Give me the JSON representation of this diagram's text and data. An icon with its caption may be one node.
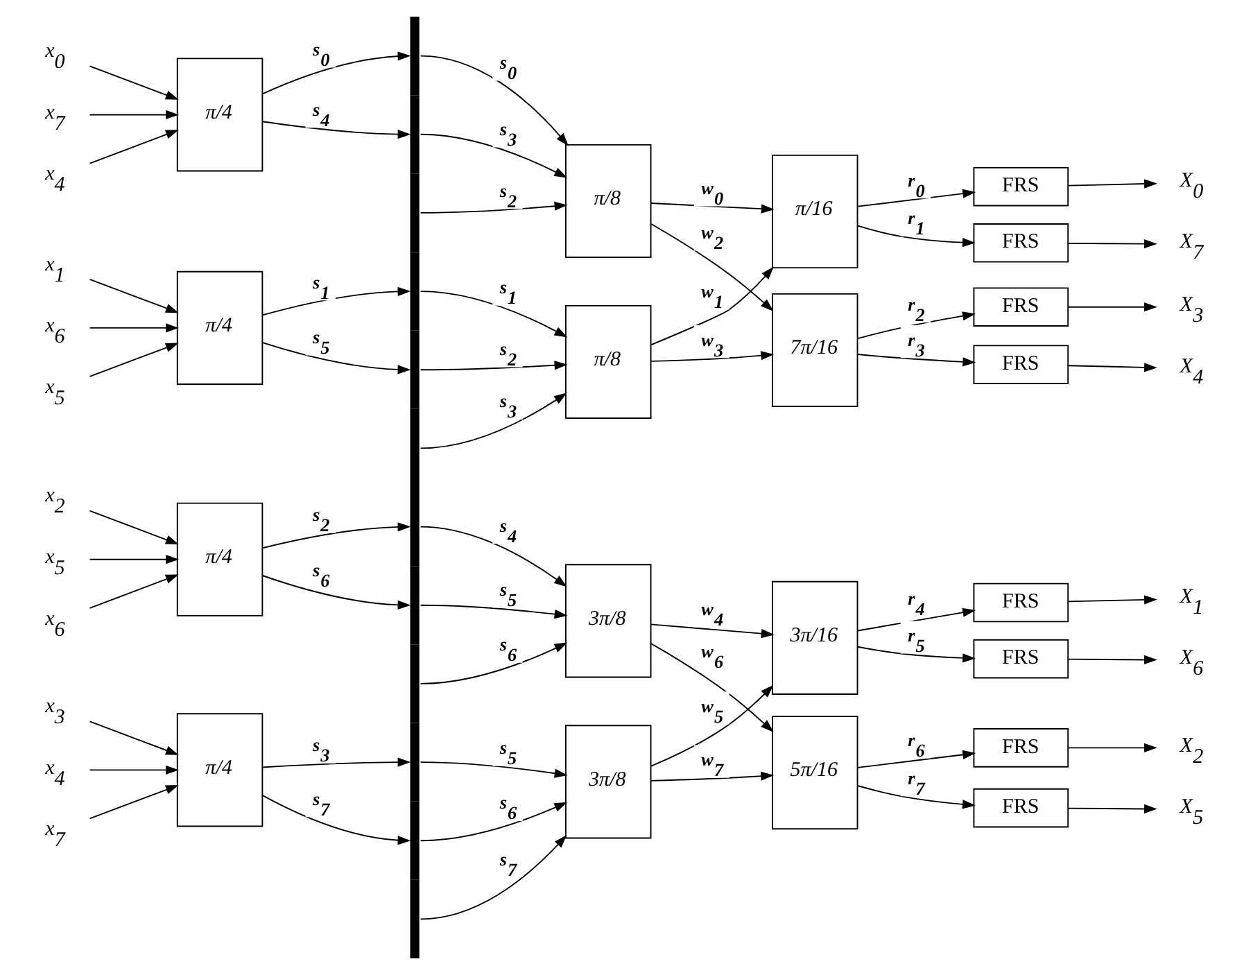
{
  "diagram": {
    "nodes": [
      {
        "text": [
          "x$_{0}$"
        ]
      },
      {
        "text": [
          "x$_{7}$"
        ]
      },
      {
        "text": [
          "x$_{4}$"
        ]
      },
      {
        "text": [
          "x$_{1}$"
        ]
      },
      {
        "text": [
          "x$_{6}$"
        ]
      },
      {
        "text": [
          "x$_{5}$"
        ]
      },
      {
        "text": [
          "x$_{2}$"
        ]
      },
      {
        "text": [
          "x$_{5}$"
        ]
      },
      {
        "text": [
          "x$_{6}$"
        ]
      },
      {
        "text": [
          "x$_{3}$"
        ]
      },
      {
        "text": [
          "x$_{4}$"
        ]
      },
      {
        "text": [
          "x$_{7}$"
        ]
      },
      {
        "text": [
          "π/4"
        ]
      },
      {
        "text": [
          "π/4"
        ]
      },
      {
        "text": [
          "π/4"
        ]
      },
      {
        "text": [
          "π/4"
        ]
      },
      {
        "text": [],
        "shape": "bar"
      },
      {
        "text": [
          "π/8"
        ]
      },
      {
        "text": [
          "π/8"
        ]
      },
      {
        "text": [
          "3π/8"
        ]
      },
      {
        "text": [
          "3π/8"
        ]
      },
      {
        "text": [
          "π/16"
        ]
      },
      {
        "text": [
          "7π/16"
        ]
      },
      {
        "text": [
          "3π/16"
        ]
      },
      {
        "text": [
          "5π/16"
        ]
      },
      {
        "text": [
          "FRS"
        ]
      },
      {
        "text": [
          "FRS"
        ]
      },
      {
        "text": [
          "FRS"
        ]
      },
      {
        "text": [
          "FRS"
        ]
      },
      {
        "text": [
          "FRS"
        ]
      },
      {
        "text": [
          "FRS"
        ]
      },
      {
        "text": [
          "FRS"
        ]
      },
      {
        "text": [
          "FRS"
        ]
      },
      {
        "text": [
          "X$_{0}$"
        ]
      },
      {
        "text": [
          "X$_{7}$"
        ]
      },
      {
        "text": [
          "X$_{3}$"
        ]
      },
      {
        "text": [
          "X$_{4}$"
        ]
      },
      {
        "text": [
          "X$_{1}$"
        ]
      },
      {
        "text": [
          "X$_{6}$"
        ]
      },
      {
        "text": [
          "X$_{2}$"
        ]
      },
      {
        "text": [
          "X$_{5}$"
        ]
      }
    ],
    "edges": [
      {
        "from": 0,
        "to": 12,
        "arrow": "to"
      },
      {
        "from": 1,
        "to": 12,
        "arrow": "to"
      },
      {
        "from": 2,
        "to": 12,
        "arrow": "to"
      },
      {
        "from": 3,
        "to": 13,
        "arrow": "to"
      },
      {
        "from": 4,
        "to": 13,
        "arrow": "to"
      },
      {
        "from": 5,
        "to": 13,
        "arrow": "to"
      },
      {
        "from": 6,
        "to": 14,
        "arrow": "to"
      },
      {
        "from": 7,
        "to": 14,
        "arrow": "to"
      },
      {
        "from": 8,
        "to": 14,
        "arrow": "to"
      },
      {
        "from": 9,
        "to": 15,
        "arrow": "to"
      },
      {
        "from": 10,
        "to": 15,
        "arrow": "to"
      },
      {
        "from": 11,
        "to": 15,
        "arrow": "to"
      },
      {
        "from": 12,
        "to": 16,
        "arrow": "to",
        "label": "s$_{0}$"
      },
      {
        "from": 12,
        "to": 16,
        "arrow": "to",
        "label": "s$_{4}$"
      },
      {
        "from": 13,
        "to": 16,
        "arrow": "to",
        "label": "s$_{1}$"
      },
      {
        "from": 13,
        "to": 16,
        "arrow": "to",
        "label": "s$_{5}$"
      },
      {
        "from": 14,
        "to": 16,
        "arrow": "to",
        "label": "s$_{2}$"
      },
      {
        "from": 14,
        "to": 16,
        "arrow": "to",
        "label": "s$_{6}$"
      },
      {
        "from": 15,
        "to": 16,
        "arrow": "to",
        "label": "s$_{3}$"
      },
      {
        "from": 15,
        "to": 16,
        "arrow": "to",
        "label": "s$_{7}$"
      },
      {
        "from": 16,
        "to": 17,
        "arrow": "to",
        "label": "s$_{0}$"
      },
      {
        "from": 16,
        "to": 17,
        "arrow": "to",
        "label": "s$_{3}$"
      },
      {
        "from": 16,
        "to": 17,
        "arrow": "to",
        "label": "s$_{2}$"
      },
      {
        "from": 16,
        "to": 18,
        "arrow": "to",
        "label": "s$_{1}$"
      },
      {
        "from": 16,
        "to": 18,
        "arrow": "to",
        "label": "s$_{2}$"
      },
      {
        "from": 16,
        "to": 18,
        "arrow": "to",
        "label": "s$_{3}$"
      },
      {
        "from": 16,
        "to": 19,
        "arrow": "to",
        "label": "s$_{4}$"
      },
      {
        "from": 16,
        "to": 19,
        "arrow": "to",
        "label": "s$_{5}$"
      },
      {
        "from": 16,
        "to": 19,
        "arrow": "to",
        "label": "s$_{6}$"
      },
      {
        "from": 16,
        "to": 20,
        "arrow": "to",
        "label": "s$_{5}$"
      },
      {
        "from": 16,
        "to": 20,
        "arrow": "to",
        "label": "s$_{6}$"
      },
      {
        "from": 16,
        "to": 20,
        "arrow": "to",
        "label": "s$_{7}$"
      },
      {
        "from": 17,
        "to": 21,
        "arrow": "to",
        "label": "w$_{0}$"
      },
      {
        "from": 17,
        "to": 22,
        "arrow": "to",
        "label": "w$_{2}$"
      },
      {
        "from": 18,
        "to": 21,
        "arrow": "to",
        "label": "w$_{1}$"
      },
      {
        "from": 18,
        "to": 22,
        "arrow": "to",
        "label": "w$_{3}$"
      },
      {
        "from": 19,
        "to": 23,
        "arrow": "to",
        "label": "w$_{4}$"
      },
      {
        "from": 19,
        "to": 24,
        "arrow": "to",
        "label": "w$_{6}$"
      },
      {
        "from": 20,
        "to": 23,
        "arrow": "to",
        "label": "w$_{5}$"
      },
      {
        "from": 20,
        "to": 24,
        "arrow": "to",
        "label": "w$_{7}$"
      },
      {
        "from": 21,
        "to": 25,
        "arrow": "to",
        "label": "r$_{0}$"
      },
      {
        "from": 21,
        "to": 26,
        "arrow": "to",
        "label": "r$_{1}$"
      },
      {
        "from": 22,
        "to": 27,
        "arrow": "to",
        "label": "r$_{2}$"
      },
      {
        "from": 22,
        "to": 28,
        "arrow": "to",
        "label": "r$_{3}$"
      },
      {
        "from": 23,
        "to": 29,
        "arrow": "to",
        "label": "r$_{4}$"
      },
      {
        "from": 23,
        "to": 30,
        "arrow": "to",
        "label": "r$_{5}$"
      },
      {
        "from": 24,
        "to": 31,
        "arrow": "to",
        "label": "r$_{6}$"
      },
      {
        "from": 24,
        "to": 32,
        "arrow": "to",
        "label": "r$_{7}$"
      },
      {
        "from": 25,
        "to": 33,
        "arrow": "to"
      },
      {
        "from": 26,
        "to": 34,
        "arrow": "to"
      },
      {
        "from": 27,
        "to": 35,
        "arrow": "to"
      },
      {
        "from": 28,
        "to": 36,
        "arrow": "to"
      },
      {
        "from": 29,
        "to": 37,
        "arrow": "to"
      },
      {
        "from": 30,
        "to": 38,
        "arrow": "to"
      },
      {
        "from": 31,
        "to": 39,
        "arrow": "to"
      },
      {
        "from": 32,
        "to": 40,
        "arrow": "to"
      }
    ]
  }
}
